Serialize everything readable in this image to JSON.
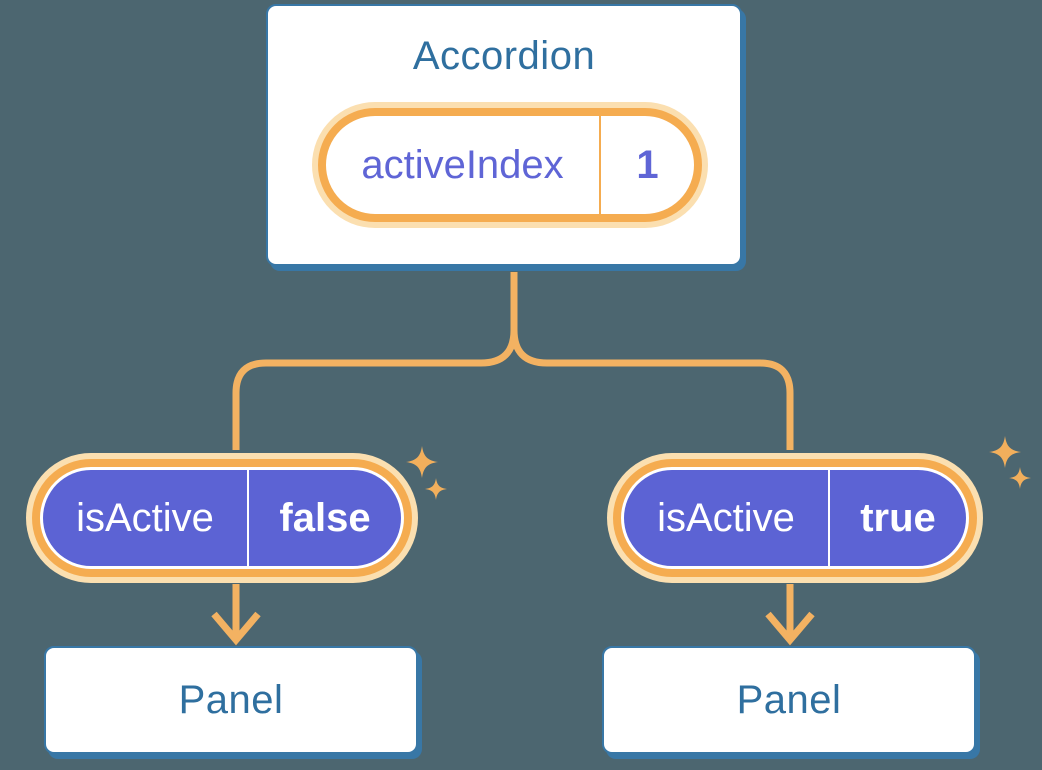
{
  "colors": {
    "background": "#4C6670",
    "card_border": "#3877A6",
    "card_text": "#2F6F9F",
    "orange_ring": "#F5AC50",
    "orange_halo": "#FBDFB0",
    "orange_line": "#F3B262",
    "sparkle": "#F2AF5C",
    "purple": "#5C63D4",
    "purple_text": "#5F65D6",
    "white": "#FFFFFF"
  },
  "accordion": {
    "title": "Accordion",
    "state_pill": {
      "label": "activeIndex",
      "value": "1"
    }
  },
  "children": {
    "left": {
      "prop_pill": {
        "label": "isActive",
        "value": "false"
      },
      "panel_title": "Panel"
    },
    "right": {
      "prop_pill": {
        "label": "isActive",
        "value": "true"
      },
      "panel_title": "Panel"
    }
  }
}
